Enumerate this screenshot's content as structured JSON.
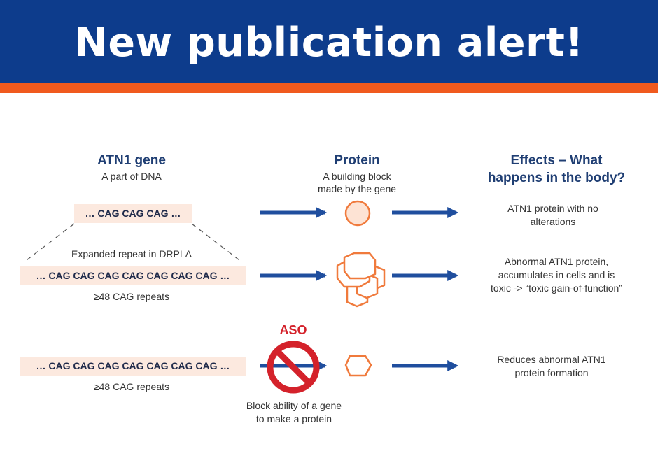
{
  "banner": {
    "title": "New publication alert!"
  },
  "colors": {
    "navy": "#0d3c8c",
    "orange": "#f05a1e",
    "arrow": "#1f4e9e",
    "shape": "#f07a3c",
    "stop": "#d4222b"
  },
  "columns": {
    "gene": {
      "title": "ATN1 gene",
      "subtitle": "A part of DNA"
    },
    "protein": {
      "title": "Protein",
      "subtitle_line1": "A building block",
      "subtitle_line2": "made by the gene"
    },
    "effects": {
      "title_line1": "Effects – What",
      "title_line2": "happens in the body?"
    }
  },
  "rows": {
    "normal": {
      "sequence": "… CAG CAG CAG …",
      "effect_line1": "ATN1 protein with no",
      "effect_line2": "alterations"
    },
    "expanded": {
      "caption": "Expanded repeat in DRPLA",
      "sequence": "… CAG CAG CAG CAG CAG CAG CAG …",
      "repeat_note": "≥48 CAG repeats",
      "effect_line1": "Abnormal ATN1 protein,",
      "effect_line2": "accumulates in cells and is",
      "effect_line3": "toxic -> “toxic gain-of-function”"
    },
    "aso": {
      "sequence": "… CAG CAG CAG CAG CAG CAG CAG …",
      "repeat_note": "≥48 CAG repeats",
      "aso_label": "ASO",
      "block_line1": "Block ability of a gene",
      "block_line2": "to make a protein",
      "effect_line1": "Reduces abnormal ATN1",
      "effect_line2": "protein formation"
    }
  },
  "icons": [
    "arrow-right-icon",
    "circle-protein-icon",
    "aggregated-protein-icon",
    "hexagon-protein-icon",
    "no-sign-icon"
  ]
}
